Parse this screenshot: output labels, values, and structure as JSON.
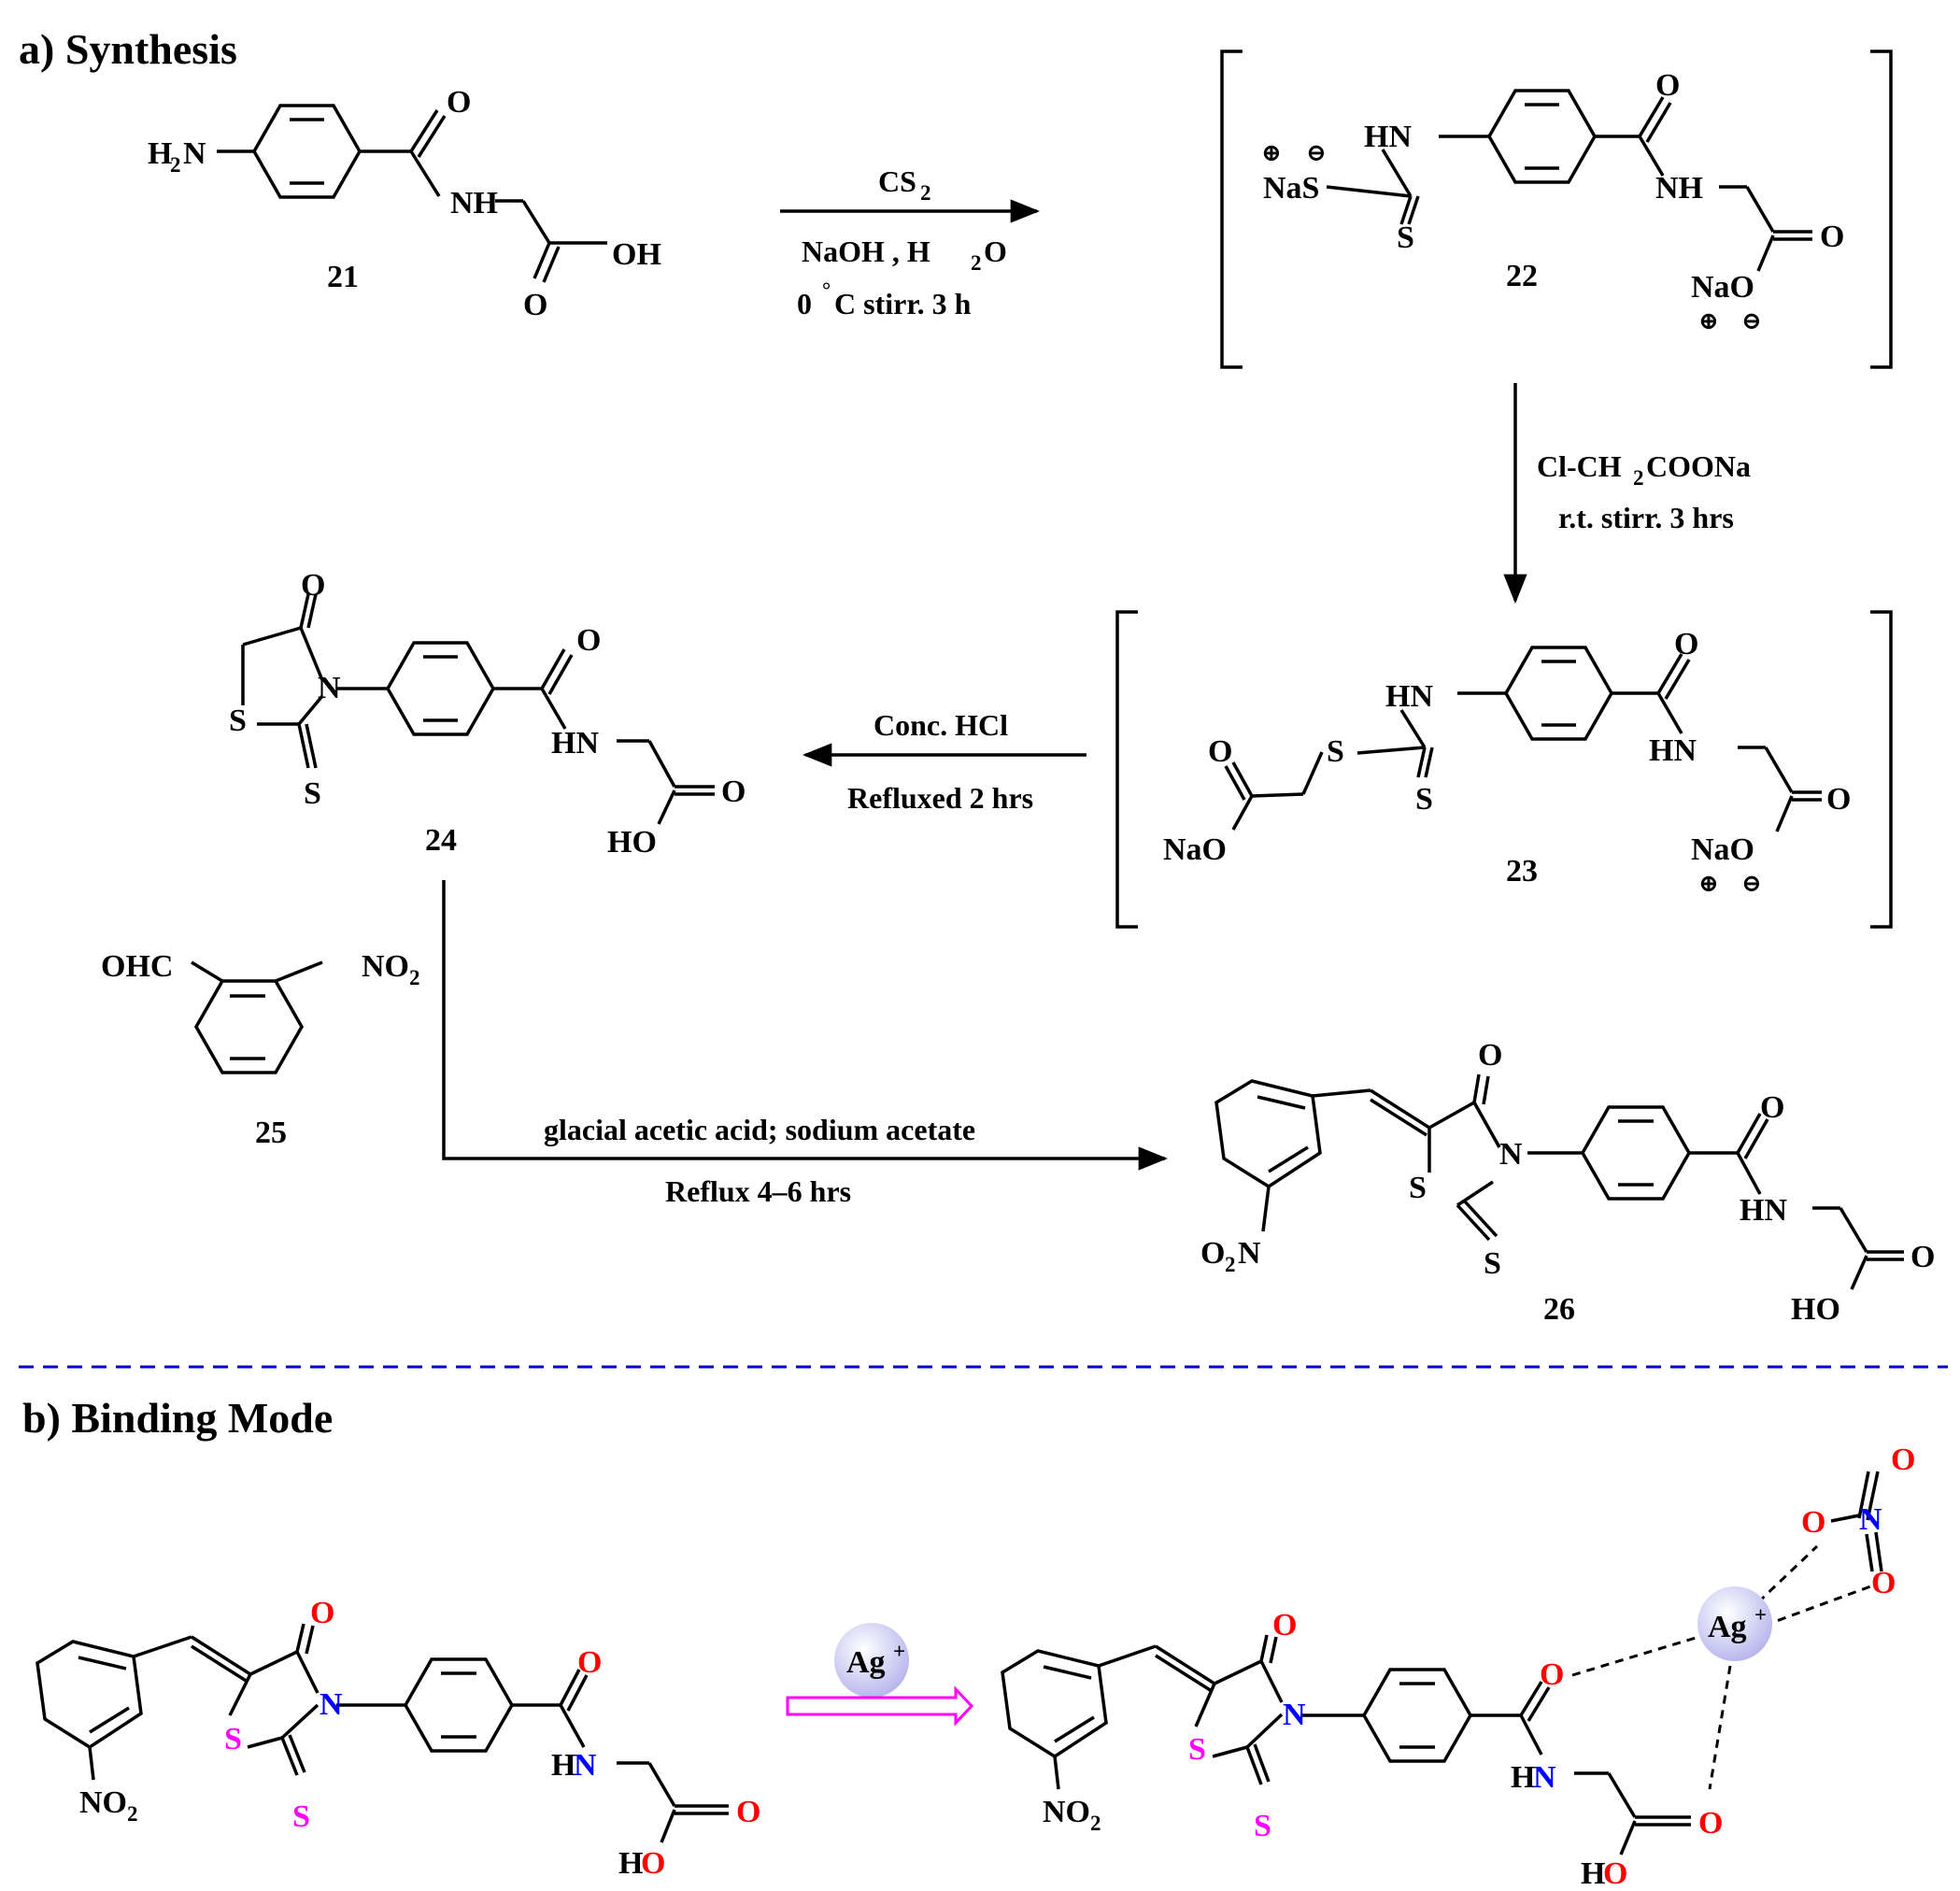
{
  "headings": {
    "synthesis": "a) Synthesis",
    "binding": "b) Binding Mode"
  },
  "compounds": {
    "c21": "21",
    "c22": "22",
    "c23": "23",
    "c24": "24",
    "c25": "25",
    "c26": "26"
  },
  "atoms": {
    "h2n": "H",
    "h2n_sub": "2",
    "h2n_n": "N",
    "O": "O",
    "NH": "NH",
    "OH": "OH",
    "HN": "HN",
    "HO": "HO",
    "NaS": "NaS",
    "S": "S",
    "NaO": "NaO",
    "N": "N",
    "OHC": "OHC",
    "NO": "NO",
    "sub2": "2",
    "O2N_O": "O",
    "O2N_N": "N",
    "Ag": "Ag",
    "plus": "+",
    "charge_plus": "⊕",
    "charge_minus": "⊖"
  },
  "conditions": {
    "step1_reagent": "CS",
    "step1_reagent_sub": "2",
    "step1_line2a": "NaOH , H",
    "step1_line2_sub": "2",
    "step1_line2b": "O",
    "step1_line3a": "0 ",
    "step1_line3_deg": "°",
    "step1_line3b": "C stirr. 3 h",
    "step2_line1a": "Cl-CH",
    "step2_line1_sub": "2",
    "step2_line1b": "COONa",
    "step2_line2": "r.t.  stirr. 3 hrs",
    "step3_line1": "Conc. HCl",
    "step3_line2": "Refluxed 2 hrs",
    "step4_line1": "glacial acetic acid; sodium acetate",
    "step4_line2": "Reflux 4–6 hrs"
  },
  "colors": {
    "oxygen": "#ff0000",
    "nitrogen": "#0000ff",
    "sulfur": "#ff00ff",
    "divider": "#0000cc",
    "binding_arrow": "#ff00ff",
    "ag_sphere": "#c8c8f0"
  }
}
